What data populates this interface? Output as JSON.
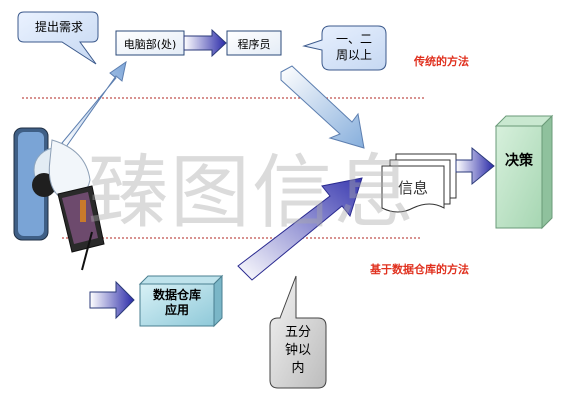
{
  "bubbles": {
    "request": "提出需求",
    "week": "一、二\n周以上",
    "five_minutes": "五分\n钟以\n内"
  },
  "nodes": {
    "it_dept": "电脑部(处)",
    "programmer": "程序员",
    "info": "信息",
    "decision": "决策",
    "warehouse_app": "数据仓库\n应用"
  },
  "labels": {
    "traditional": "传统的方法",
    "warehouse_method": "基于数据仓库的方法"
  },
  "watermark": "臻图信息",
  "colors": {
    "accent_red": "#e0301e",
    "arrow_blue": "#1a1aa0",
    "decision_green": "#b9e3c2",
    "divider": "#c0504d"
  }
}
